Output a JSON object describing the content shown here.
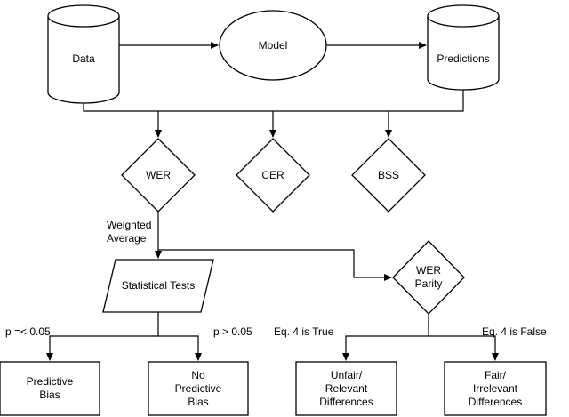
{
  "nodes": {
    "data": "Data",
    "model": "Model",
    "predictions": "Predictions",
    "wer": "WER",
    "cer": "CER",
    "bss": "BSS",
    "statistical_tests": "Statistical Tests",
    "wer_parity": "WER\nParity",
    "predictive_bias": "Predictive\nBias",
    "no_predictive_bias": "No\nPredictive\nBias",
    "unfair_relevant": "Unfair/\nRelevant\nDifferences",
    "fair_irrelevant": "Fair/\nIrrelevant\nDifferences"
  },
  "edge_labels": {
    "weighted_average": "Weighted\nAverage",
    "p_le": "p =< 0.05",
    "p_gt": "p > 0.05",
    "eq4_true": "Eq. 4 is True",
    "eq4_false": "Eq. 4 is False"
  }
}
